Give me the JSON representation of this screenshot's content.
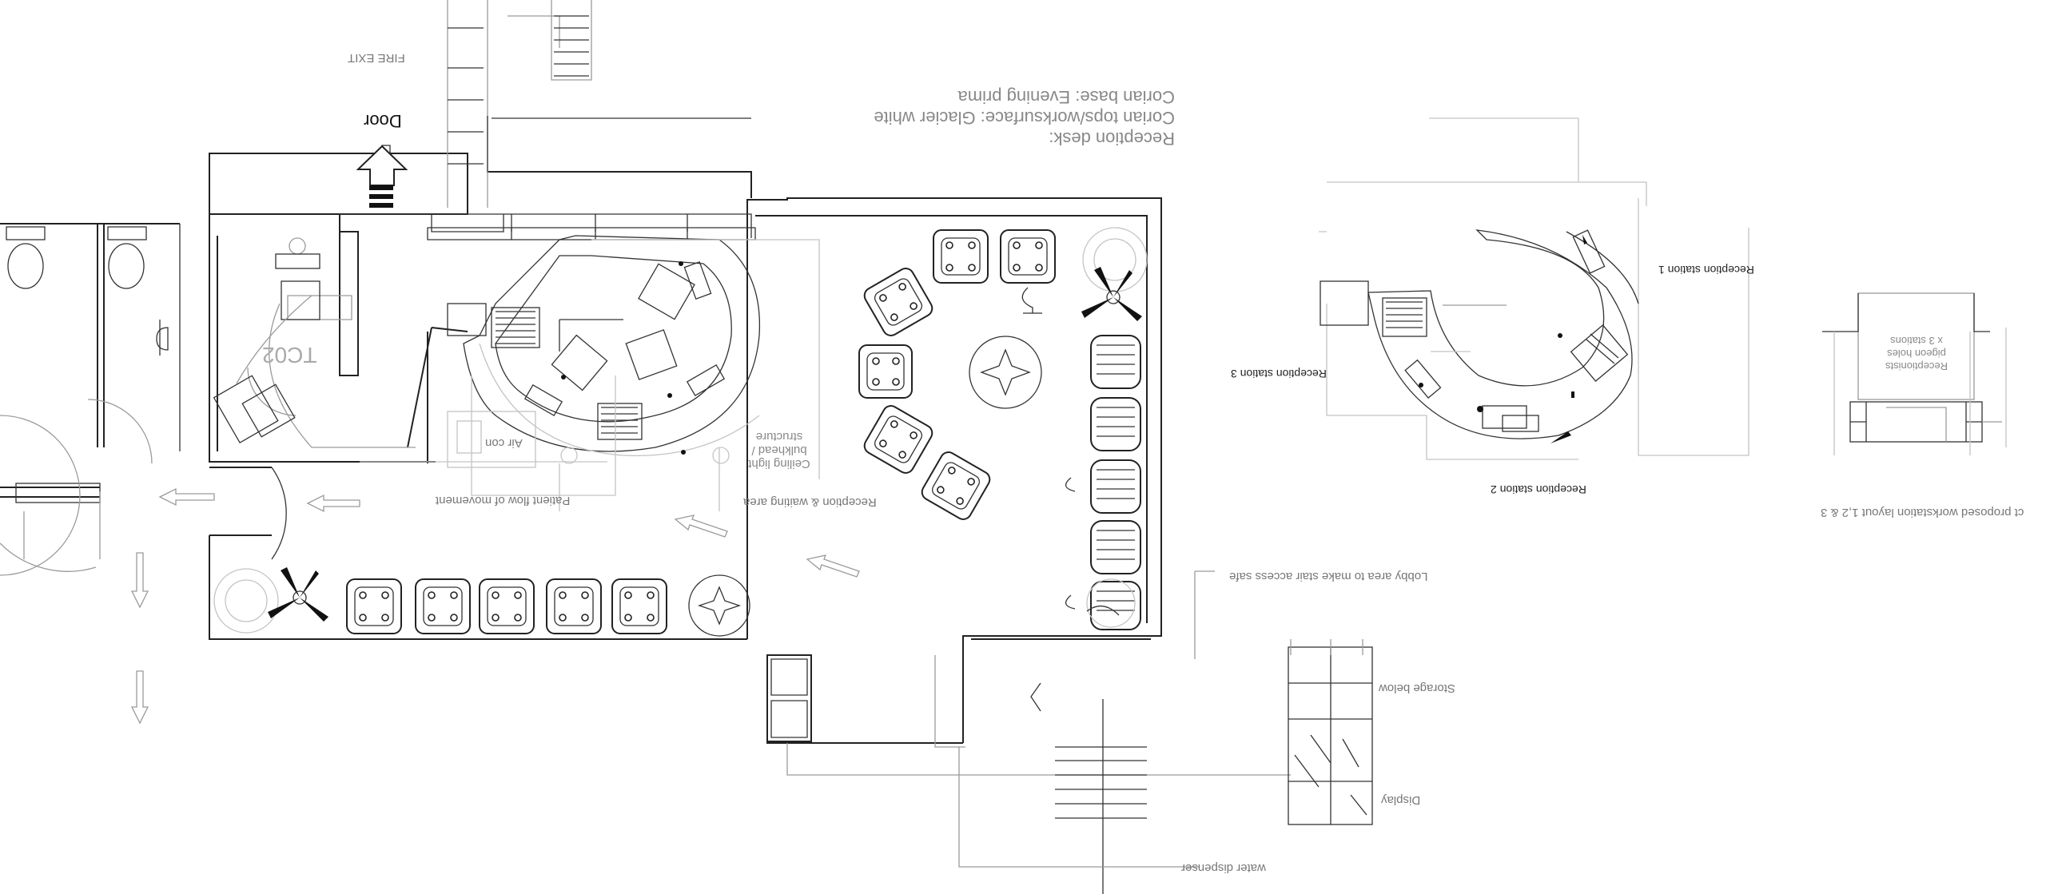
{
  "labels": {
    "fire_exit": "FIRE EXIT",
    "door": "Door",
    "room_code": "TC02",
    "reception_desk_spec": {
      "line1": "Reception desk:",
      "line2": "Corian tops/worksurface: Glacier  white",
      "line3": "Corian base: Evening prima"
    },
    "air_con": "Air con",
    "ceiling_light": {
      "line1": "Ceiling light",
      "line2": "bulkhead /",
      "line3": "structure"
    },
    "patient_flow": "Patient flow of movement",
    "reception_waiting": "Reception & waiting area",
    "lobby_area": "Lobby area to make stair access safe",
    "storage_below": "Storage below",
    "display": "Display",
    "water_dispenser": "water dispenser",
    "reception_station_1": "Reception station 1",
    "reception_station_2": "Reception station 2",
    "reception_station_3": "Reception station 3",
    "pigeon_holes": {
      "line1": "Receptionists",
      "line2": "pigeon holes",
      "line3": "x 3 stations"
    },
    "workstation_layout": "ct proposed workstation layout 1,2 & 3"
  },
  "colors": {
    "wall": "#222222",
    "annotation": "#777777",
    "faint_line": "#c4c4c4",
    "background": "#ffffff"
  },
  "icons": {
    "exit_arrow": "up-arrow-icon",
    "flow_arrow": "hollow-arrow-icon",
    "plant": "potted-plant-icon",
    "armchair": "armchair-icon",
    "toilet": "toilet-icon"
  }
}
